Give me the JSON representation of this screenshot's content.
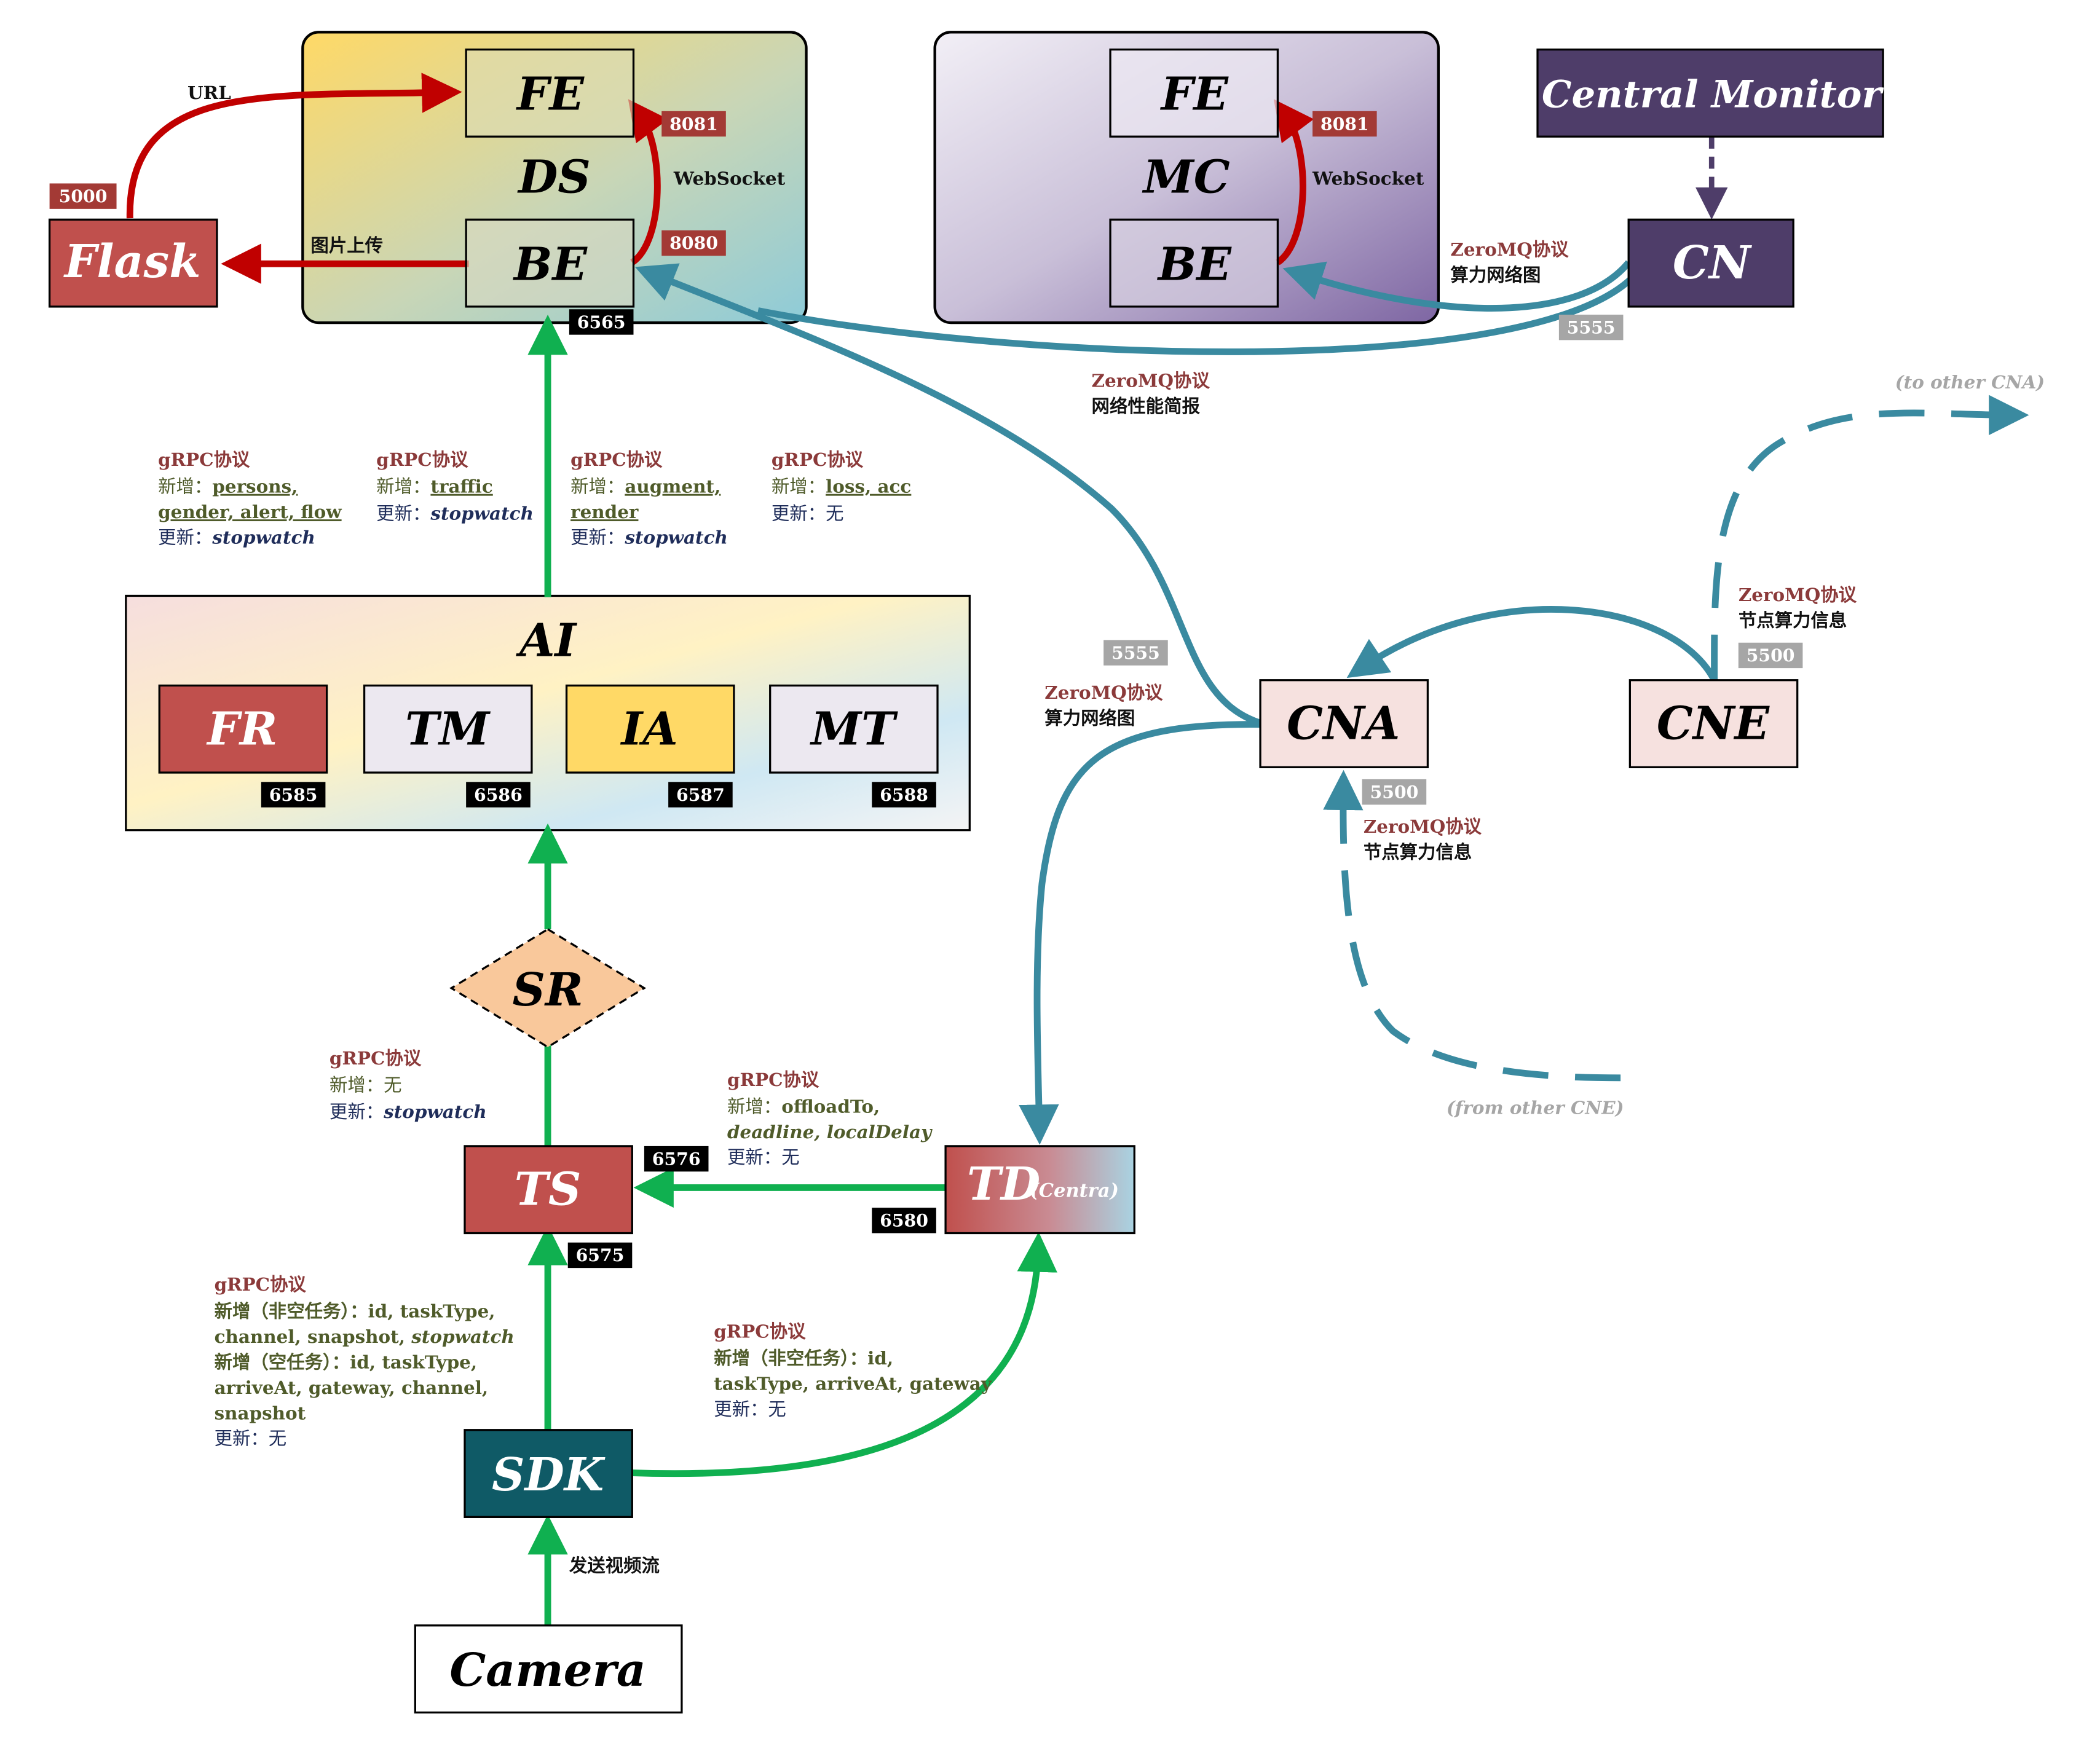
{
  "colors": {
    "green_arrow": "#10b050",
    "red_arrow": "#c00000",
    "teal_arrow": "#3a8aa0",
    "purple_dark": "#4e3d69",
    "flask_red": "#c0504d",
    "sdk_teal": "#0f5a66",
    "sr_orange": "#f9c89b",
    "ia_yellow": "#ffd966",
    "cna_pink": "#f6e1df"
  },
  "nodes": {
    "flask": "Flask",
    "ds_fe": "FE",
    "ds_label": "DS",
    "ds_be": "BE",
    "mc_fe": "FE",
    "mc_label": "MC",
    "mc_be": "BE",
    "central_monitor": "Central Monitor",
    "cn": "CN",
    "ai": "AI",
    "fr": "FR",
    "tm": "TM",
    "ia": "IA",
    "mt": "MT",
    "sr": "SR",
    "ts": "TS",
    "td": "TD",
    "td_sub": "(Centra)",
    "sdk": "SDK",
    "camera": "Camera",
    "cna": "CNA",
    "cne": "CNE"
  },
  "ports": {
    "p5000": "5000",
    "p8081_ds": "8081",
    "p8080": "8080",
    "p6565": "6565",
    "p8081_mc": "8081",
    "p5555_cn": "5555",
    "p6585": "6585",
    "p6586": "6586",
    "p6587": "6587",
    "p6588": "6588",
    "p5555_cna": "5555",
    "p5500_cne": "5500",
    "p5500_cna": "5500",
    "p6576": "6576",
    "p6575": "6575",
    "p6580": "6580"
  },
  "labels": {
    "url": "URL",
    "img_upload": "图片上传",
    "websocket_ds": "WebSocket",
    "websocket_mc": "WebSocket",
    "cn_zmq_1": "ZeroMQ协议",
    "cn_zmq_2": "算力网络图",
    "perf_zmq_1": "ZeroMQ协议",
    "perf_zmq_2": "网络性能简报",
    "to_other_cna": "(to other CNA)",
    "from_other_cne": "(from other CNE)",
    "cne_zmq_1": "ZeroMQ协议",
    "cne_zmq_2": "节点算力信息",
    "cna_map_1": "ZeroMQ协议",
    "cna_map_2": "算力网络图",
    "cna_in_1": "ZeroMQ协议",
    "cna_in_2": "节点算力信息",
    "send_video": "发送视频流"
  },
  "grpc_blocks": {
    "b1": {
      "l1": "gRPC协议",
      "l2a": "新增：",
      "l2b": "persons,",
      "l3": "gender, alert, flow",
      "l4a": "更新：",
      "l4b": "stopwatch"
    },
    "b2": {
      "l1": "gRPC协议",
      "l2a": "新增：",
      "l2b": "traffic",
      "l3a": "更新：",
      "l3b": "stopwatch"
    },
    "b3": {
      "l1": "gRPC协议",
      "l2a": "新增：",
      "l2b": "augment,",
      "l3": "render",
      "l4a": "更新：",
      "l4b": "stopwatch"
    },
    "b4": {
      "l1": "gRPC协议",
      "l2a": "新增：",
      "l2b": "loss, acc",
      "l3a": "更新：",
      "l3b": "无"
    },
    "sr_ts": {
      "l1": "gRPC协议",
      "l2a": "新增：",
      "l2b": "无",
      "l3a": "更新：",
      "l3b": "stopwatch"
    },
    "td_ts": {
      "l1": "gRPC协议",
      "l2a": "新增：",
      "l2b": "offloadTo,",
      "l3": "deadline, localDelay",
      "l4a": "更新：",
      "l4b": "无"
    },
    "sdk_ts": {
      "l1": "gRPC协议",
      "l2": "新增（非空任务）：id, taskType,",
      "l3a": "channel, snapshot, ",
      "l3b": "stopwatch",
      "l4": "新增（空任务）：id, taskType,",
      "l5": "arriveAt,  gateway, channel,",
      "l6": "snapshot",
      "l7a": "更新：",
      "l7b": "无"
    },
    "sdk_td": {
      "l1": "gRPC协议",
      "l2": "新增（非空任务）：id,",
      "l3": "taskType, arriveAt, gateway",
      "l4a": "更新：",
      "l4b": "无"
    }
  }
}
